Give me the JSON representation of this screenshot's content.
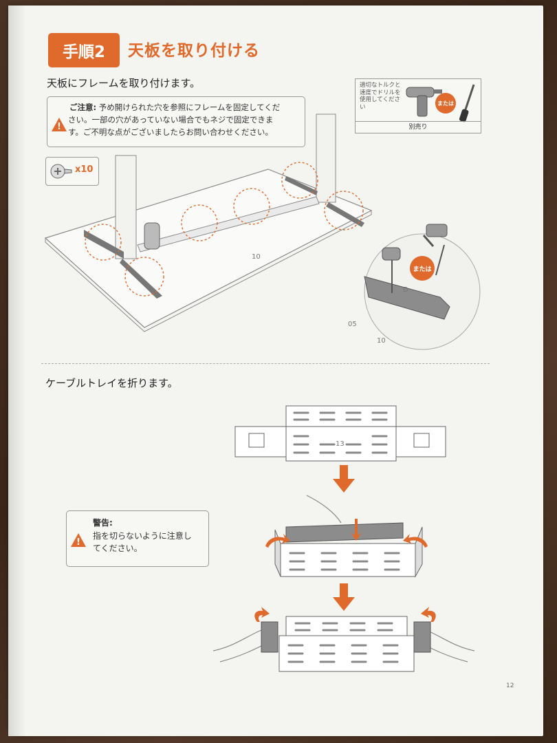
{
  "step": {
    "badge": "手順2",
    "title": "天板を取り付ける"
  },
  "section1": {
    "lead": "天板にフレームを取り付けます。",
    "note_label": "ご注意:",
    "note_line1": " 予め開けられた穴を参照にフレームを固定してくだ",
    "note_line2": "さい。一部の穴があっていない場合でもネジで固定できま",
    "note_line3": "す。ご不明な点がございましたらお問い合わせください。",
    "screw_count": "x10",
    "tool_text": "適切なトルクと速度でドリルを使用してください",
    "tool_or": "または",
    "tool_footer": "別売り",
    "part_10": "10",
    "part_05": "05",
    "part_D": "D",
    "detail_or": "または"
  },
  "section2": {
    "lead": "ケーブルトレイを折ります。",
    "part_13": "13",
    "warning_label": "警告:",
    "warning_line1": "指を切らないように注意し",
    "warning_line2": "てください。"
  },
  "page_number": "12",
  "colors": {
    "accent": "#e0692c",
    "tray": "#8c8c8c"
  }
}
